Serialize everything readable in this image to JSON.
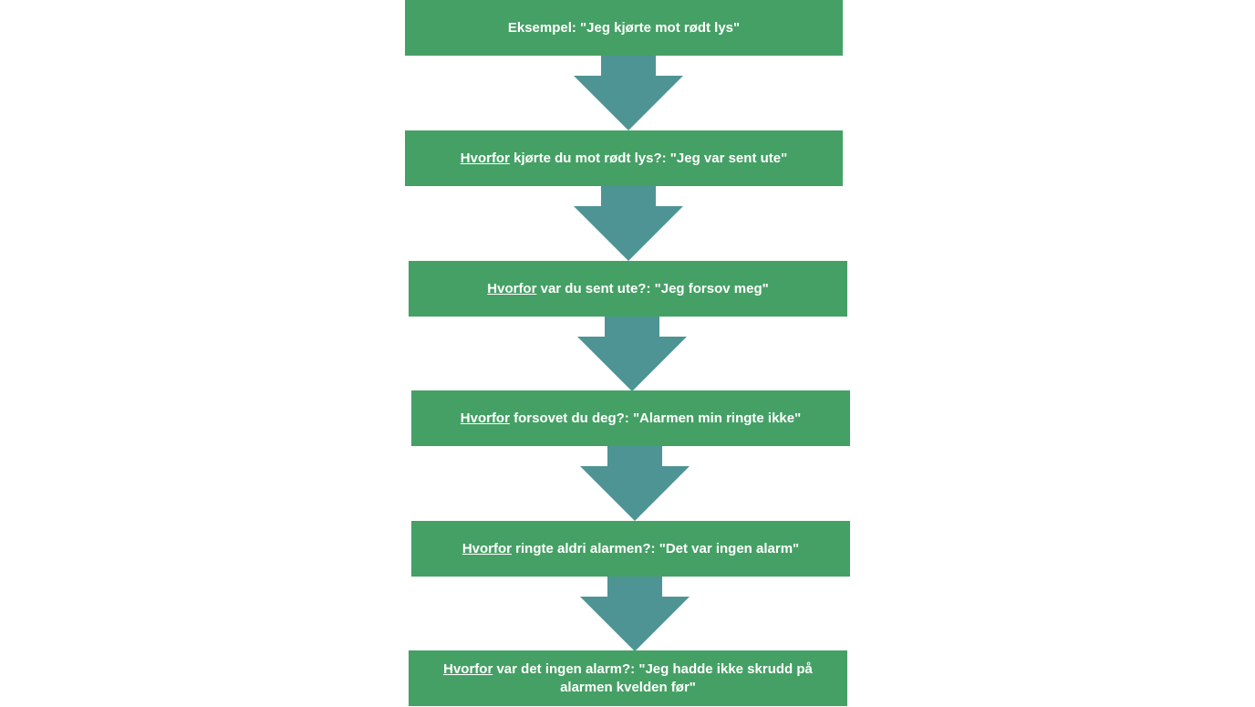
{
  "colors": {
    "box": "#45a065",
    "arrow": "#4e9494",
    "text": "#ffffff",
    "background": "#ffffff"
  },
  "steps": [
    {
      "keyword": "",
      "text": "Eksempel: \"Jeg kjørte mot rødt lys\""
    },
    {
      "keyword": "Hvorfor",
      "text": " kjørte du mot rødt lys?: \"Jeg var sent ute\""
    },
    {
      "keyword": "Hvorfor",
      "text": " var du sent ute?: \"Jeg forsov meg\""
    },
    {
      "keyword": "Hvorfor",
      "text": " forsovet du deg?: \"Alarmen min ringte ikke\""
    },
    {
      "keyword": "Hvorfor",
      "text": " ringte aldri alarmen?: \"Det var ingen alarm\""
    },
    {
      "keyword": "Hvorfor",
      "text": " var det ingen alarm?: \"Jeg hadde ikke skrudd på alarmen kvelden før\""
    }
  ]
}
